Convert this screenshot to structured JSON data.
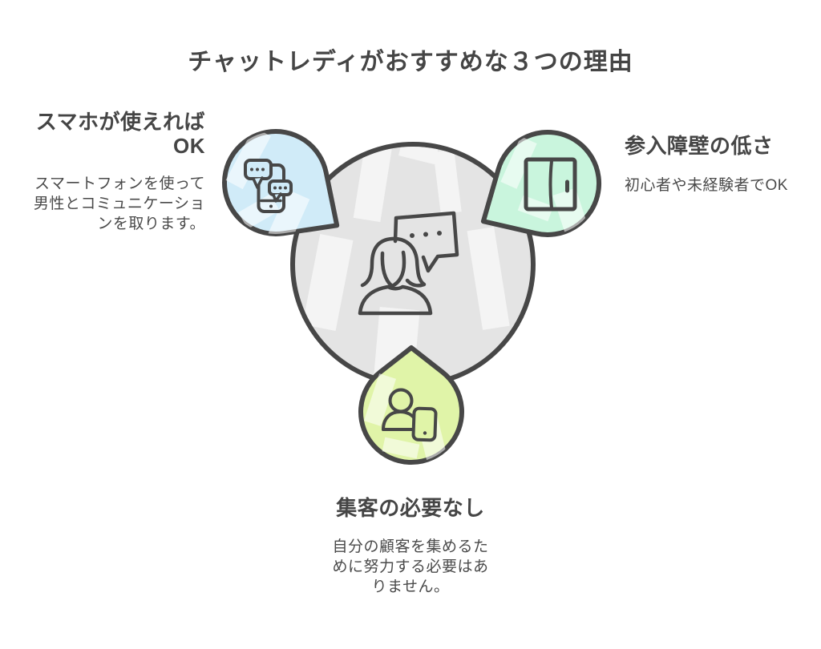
{
  "title": "チャットレディがおすすめな３つの理由",
  "reasons": {
    "smartphone": {
      "heading_lines": [
        "スマホが使えれば",
        "OK"
      ],
      "body_lines": [
        "スマートフォンを使って",
        "男性とコミュニケーショ",
        "ンを取ります。"
      ],
      "color": "#d0ebf8",
      "icon": "smartphone-chat-icon"
    },
    "entry_barrier": {
      "heading": "参入障壁の低さ",
      "body": "初心者や未経験者でOK",
      "color": "#c9f5dd",
      "icon": "door-icon"
    },
    "no_customer_acquisition": {
      "heading": "集客の必要なし",
      "body_lines": [
        "自分の顧客を集めるた",
        "めに努力する必要はあ",
        "りません。"
      ],
      "color": "#e0f4a8",
      "icon": "person-smartphone-icon"
    }
  },
  "center_illustration": {
    "icon": "woman-with-speech-bubble-illustration",
    "color": "#e4e4e4"
  },
  "colors": {
    "outline": "#474747",
    "heading_text": "#454545",
    "body_text": "#4a4a4a",
    "background": "#ffffff"
  }
}
